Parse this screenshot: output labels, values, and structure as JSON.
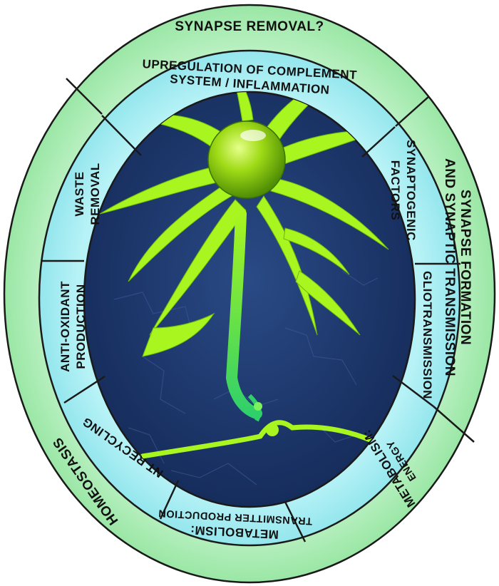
{
  "outer_ring": {
    "top": "SYNAPSE REMOVAL?",
    "right_line1": "SYNAPSE FORMATION",
    "right_line2": "AND SYNAPTIC TRANSMISSION",
    "bottom_left": "HOMEOSTASIS"
  },
  "inner_ring": {
    "top_line1": "UPREGULATION OF COMPLEMENT",
    "top_line2": "SYSTEM / INFLAMMATION",
    "right_upper_line1": "SYNAPTOGENIC",
    "right_upper_line2": "FACTORS",
    "right_lower": "GLIOTRANSMISSION",
    "bottom_right_line1": "METABOLISM:",
    "bottom_right_line2": "ENERGY",
    "bottom_line1": "METABOLISM:",
    "bottom_line2": "TRANSMITTER PRODUCTION",
    "bottom_left": "NT RECYCLING",
    "left_lower_line1": "ANTI-OXIDANT",
    "left_lower_line2": "PRODUCTION",
    "left_upper_line1": "WASTE",
    "left_upper_line2": "REMOVAL"
  },
  "colors": {
    "outer_ring": "#a6ecb2",
    "inner_ring": "#9fe9ef",
    "center_background": "#1f3a6e",
    "neuron": "#a9f51f",
    "ring_stroke": "#1a1a1a"
  }
}
